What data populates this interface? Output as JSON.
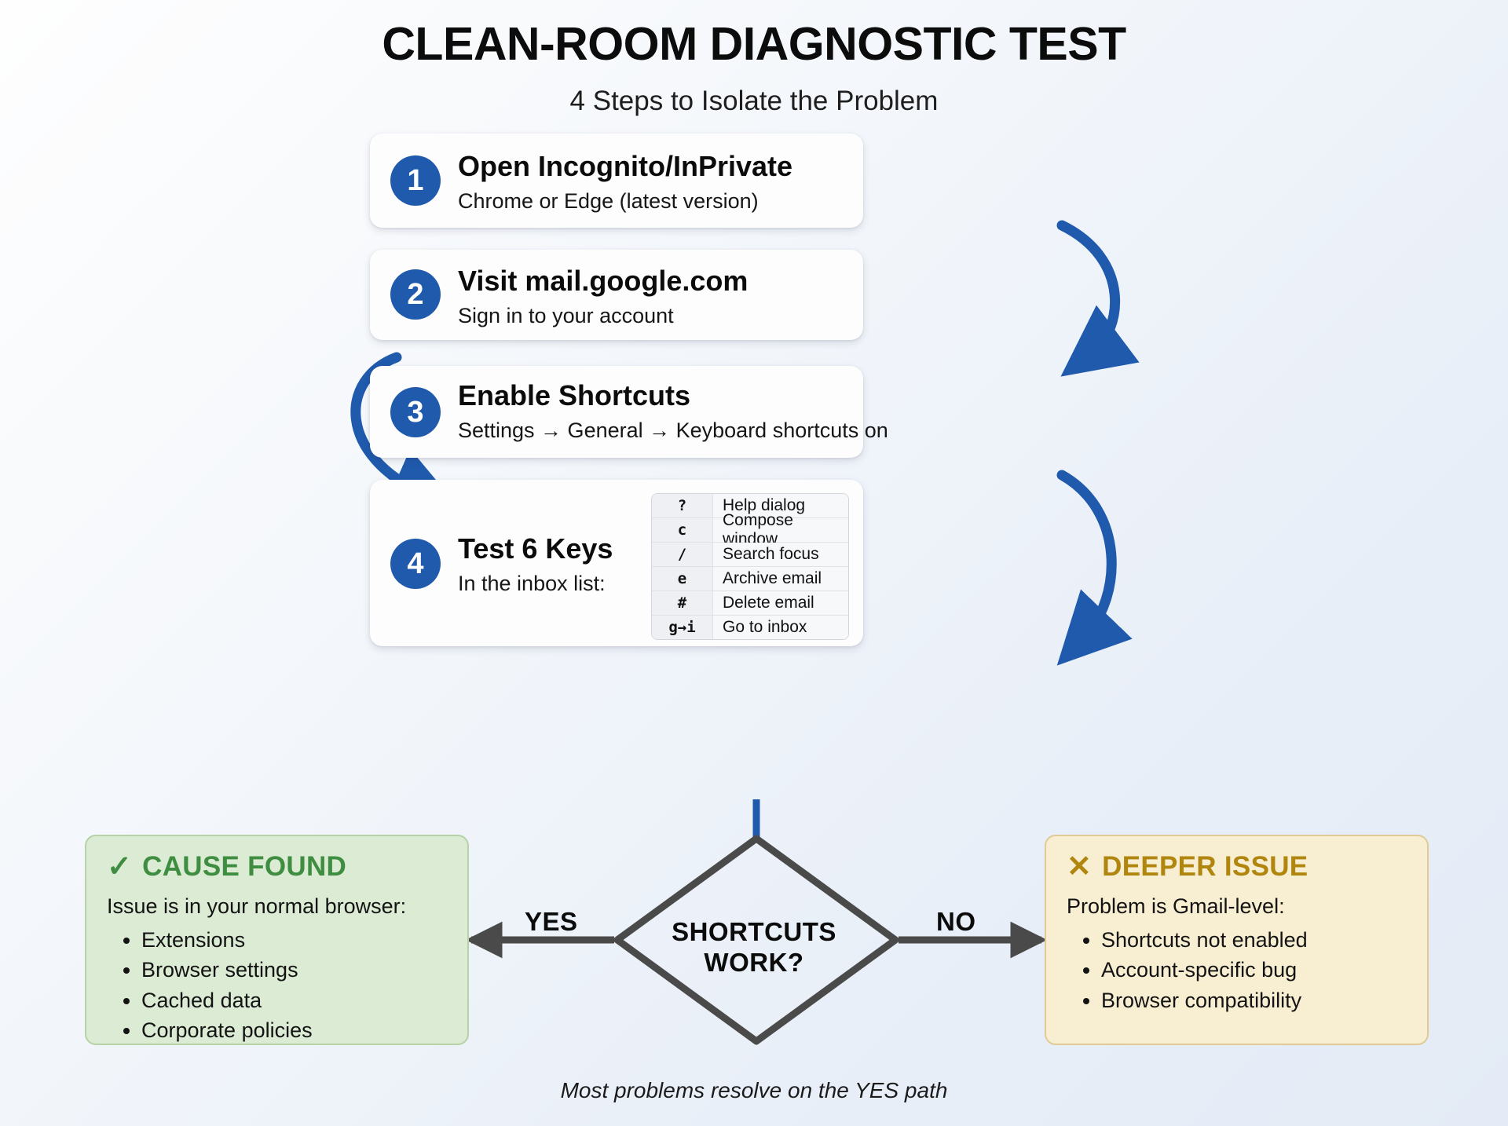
{
  "header": {
    "title": "CLEAN-ROOM DIAGNOSTIC TEST",
    "subtitle": "4 Steps to Isolate the Problem"
  },
  "colors": {
    "accent_blue": "#1f5aad",
    "connector_gray": "#4a4a4a",
    "success_green": "#3f8d40",
    "success_bg": "#dcebd4",
    "warning_gold": "#b0860f",
    "warning_bg": "#f8eed2"
  },
  "steps": [
    {
      "number": "1",
      "title": "Open Incognito/InPrivate",
      "subtitle": "Chrome or Edge (latest version)"
    },
    {
      "number": "2",
      "title": "Visit mail.google.com",
      "subtitle": "Sign in to your account"
    },
    {
      "number": "3",
      "title": "Enable Shortcuts",
      "subtitle": "Settings → General → Keyboard shortcuts on"
    },
    {
      "number": "4",
      "title": "Test 6 Keys",
      "subtitle": "In the inbox list:"
    }
  ],
  "shortcuts": [
    {
      "key": "?",
      "description": "Help dialog"
    },
    {
      "key": "c",
      "description": "Compose window"
    },
    {
      "key": "/",
      "description": "Search focus"
    },
    {
      "key": "e",
      "description": "Archive email"
    },
    {
      "key": "#",
      "description": "Delete email"
    },
    {
      "key": "g→i",
      "description": "Go to inbox"
    }
  ],
  "decision": {
    "line1": "SHORTCUTS",
    "line2": "WORK?",
    "yes_label": "YES",
    "no_label": "NO"
  },
  "outcomes": {
    "yes": {
      "mark": "✓",
      "heading": "CAUSE FOUND",
      "lead": "Issue is in your normal browser:",
      "items": [
        "Extensions",
        "Browser settings",
        "Cached data",
        "Corporate policies"
      ]
    },
    "no": {
      "mark": "✕",
      "heading": "DEEPER ISSUE",
      "lead": "Problem is Gmail-level:",
      "items": [
        "Shortcuts not enabled",
        "Account-specific bug",
        "Browser compatibility"
      ]
    }
  },
  "footer": {
    "note": "Most problems resolve on the YES path"
  }
}
